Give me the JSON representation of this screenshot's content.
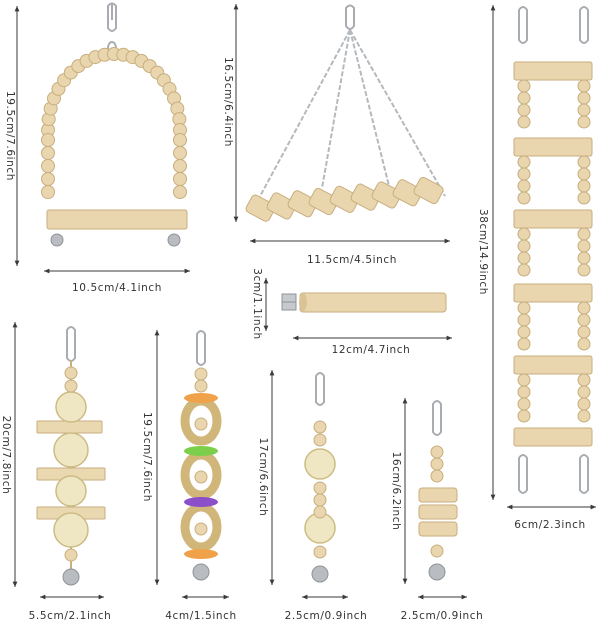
{
  "colors": {
    "wood": "#e9d6ae",
    "wood_edge": "#c9ae7e",
    "metal": "#b9bcc0",
    "rattan": "#e8ddb2",
    "straw": "#d1b67a",
    "accent_orange": "#f0a24a",
    "accent_green": "#7ccf4a",
    "accent_purple": "#8b4fc9",
    "dimension_line": "#3a3a3a"
  },
  "products": [
    {
      "id": "beaded-swing",
      "icon": "arch-swing",
      "height_label": "19.5cm/7.6inch",
      "width_label": "10.5cm/4.1inch"
    },
    {
      "id": "hanging-bridge",
      "icon": "chain-bridge",
      "height_label": "16.5cm/6.4inch",
      "width_label": "11.5cm/4.5inch"
    },
    {
      "id": "perch-stick",
      "icon": "perch",
      "height_label": "3cm/1.1inch",
      "width_label": "12cm/4.7inch"
    },
    {
      "id": "ladder",
      "icon": "ladder",
      "height_label": "38cm/14.9inch",
      "width_label": "6cm/2.3inch"
    },
    {
      "id": "rattan-chew-toy",
      "icon": "rattan-balls",
      "height_label": "20cm/7.8inch",
      "width_label": "5.5cm/2.1inch"
    },
    {
      "id": "straw-ring-toy",
      "icon": "straw-rings",
      "height_label": "19.5cm/7.6inch",
      "width_label": "4cm/1.5inch"
    },
    {
      "id": "bead-ball-toy",
      "icon": "bead-balls",
      "height_label": "17cm/6.6inch",
      "width_label": "2.5cm/0.9inch"
    },
    {
      "id": "spool-toy",
      "icon": "wooden-spools",
      "height_label": "16cm/6.2inch",
      "width_label": "2.5cm/0.9inch"
    }
  ]
}
